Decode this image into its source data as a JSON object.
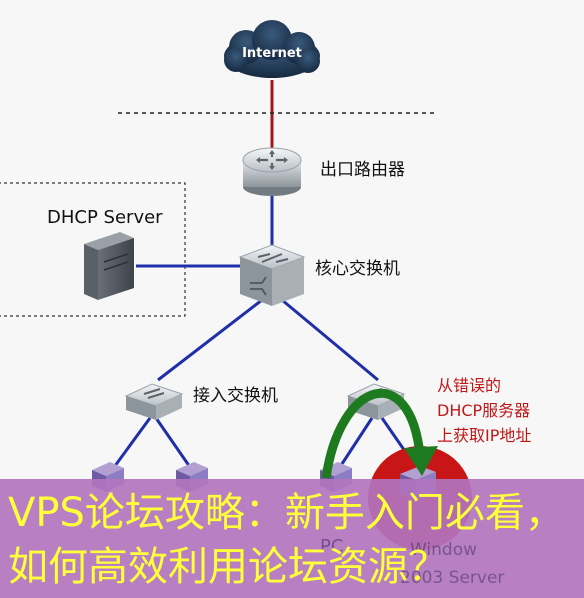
{
  "diagram": {
    "internet_label": "Internet",
    "router_label": "出口路由器",
    "dhcp_server_label": "DHCP Server",
    "core_switch_label": "核心交换机",
    "access_switch_label": "接入交换机",
    "annotation_lines": [
      "从错误的",
      "DHCP服务器",
      "上获取IP地址"
    ],
    "pc_label_partial": "PC",
    "rogue_server_label_partial_1": "Window",
    "rogue_server_label_partial_2": "2003 Server"
  },
  "banner": {
    "text": "VPS论坛攻略：新手入门必看，如何高效利用论坛资源？"
  },
  "colors": {
    "wan_link": "#a01818",
    "lan_link": "#1f2fa8",
    "arrow": "#1e7a1e",
    "annotation": "#c01818",
    "rogue_circle": "#c81616",
    "banner_bg": "#b274be",
    "banner_text": "#ffff3a"
  }
}
